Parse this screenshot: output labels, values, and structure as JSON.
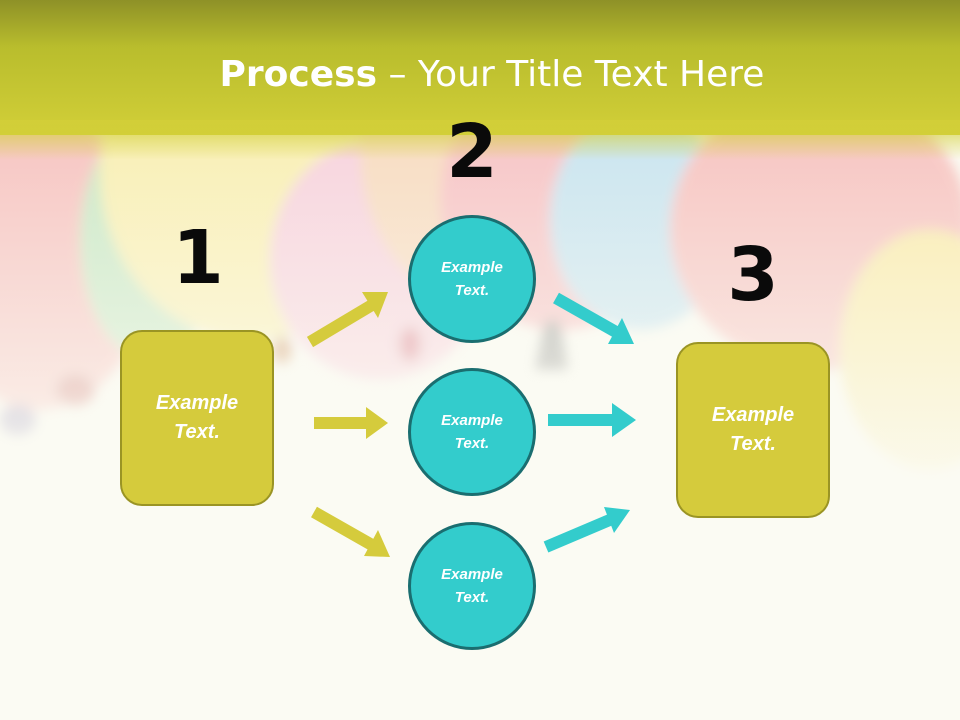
{
  "title": {
    "bold": "Process",
    "rest": " – Your Title Text Here"
  },
  "steps": [
    {
      "number": "1"
    },
    {
      "number": "2"
    },
    {
      "number": "3"
    }
  ],
  "left_box": {
    "text": "Example\nText."
  },
  "circles": [
    {
      "text": "Example\nText."
    },
    {
      "text": "Example\nText."
    },
    {
      "text": "Example\nText."
    }
  ],
  "right_box": {
    "text": "Example\nText."
  },
  "colors": {
    "header": "#c4c430",
    "box_fill": "#d5cb3c",
    "circle_fill": "#33cccc",
    "arrow_yellow": "#d5cb3c",
    "arrow_teal": "#33cccc"
  }
}
